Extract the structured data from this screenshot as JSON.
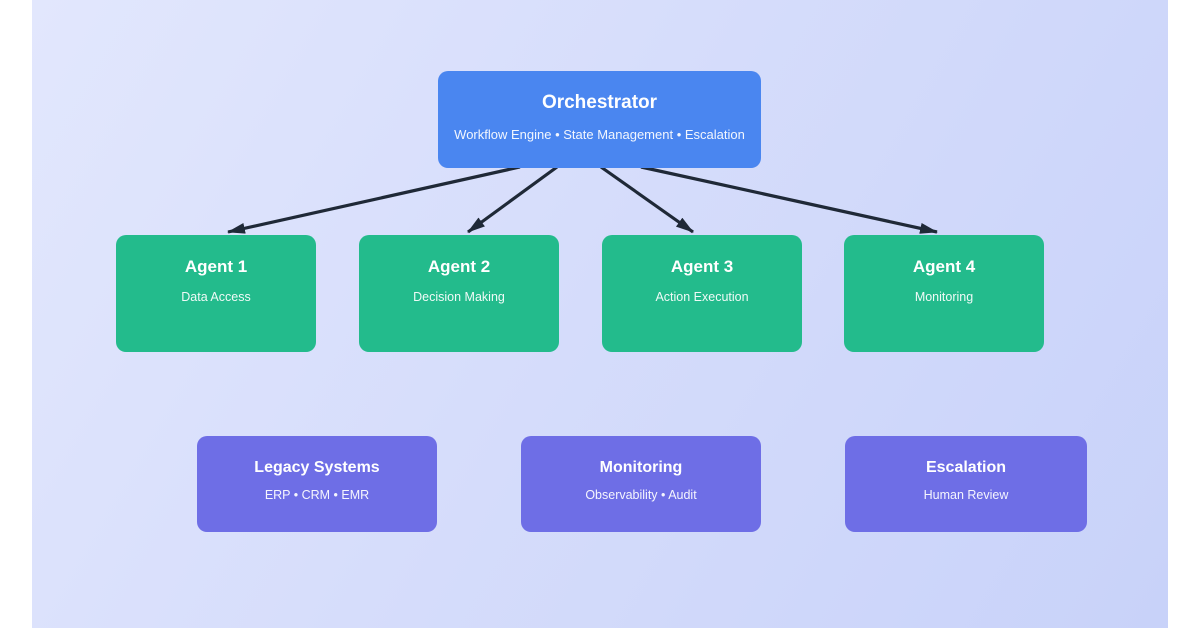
{
  "diagram": {
    "orchestrator": {
      "title": "Orchestrator",
      "subtitle": "Workflow Engine • State Management • Escalation"
    },
    "agents": [
      {
        "title": "Agent 1",
        "subtitle": "Data Access"
      },
      {
        "title": "Agent 2",
        "subtitle": "Decision Making"
      },
      {
        "title": "Agent 3",
        "subtitle": "Action Execution"
      },
      {
        "title": "Agent 4",
        "subtitle": "Monitoring"
      }
    ],
    "systems": [
      {
        "title": "Legacy Systems",
        "subtitle": "ERP • CRM • EMR"
      },
      {
        "title": "Monitoring",
        "subtitle": "Observability • Audit"
      },
      {
        "title": "Escalation",
        "subtitle": "Human Review"
      }
    ],
    "connections": [
      {
        "from": "orchestrator",
        "to": "agent-1"
      },
      {
        "from": "orchestrator",
        "to": "agent-2"
      },
      {
        "from": "orchestrator",
        "to": "agent-3"
      },
      {
        "from": "orchestrator",
        "to": "agent-4"
      }
    ]
  },
  "colors": {
    "orchestrator-blue": "#4a86f0",
    "agent-green": "#23bb8c",
    "system-purple": "#6e6ee6",
    "arrow-dark": "#1f2937",
    "text-white": "#ffffff"
  }
}
